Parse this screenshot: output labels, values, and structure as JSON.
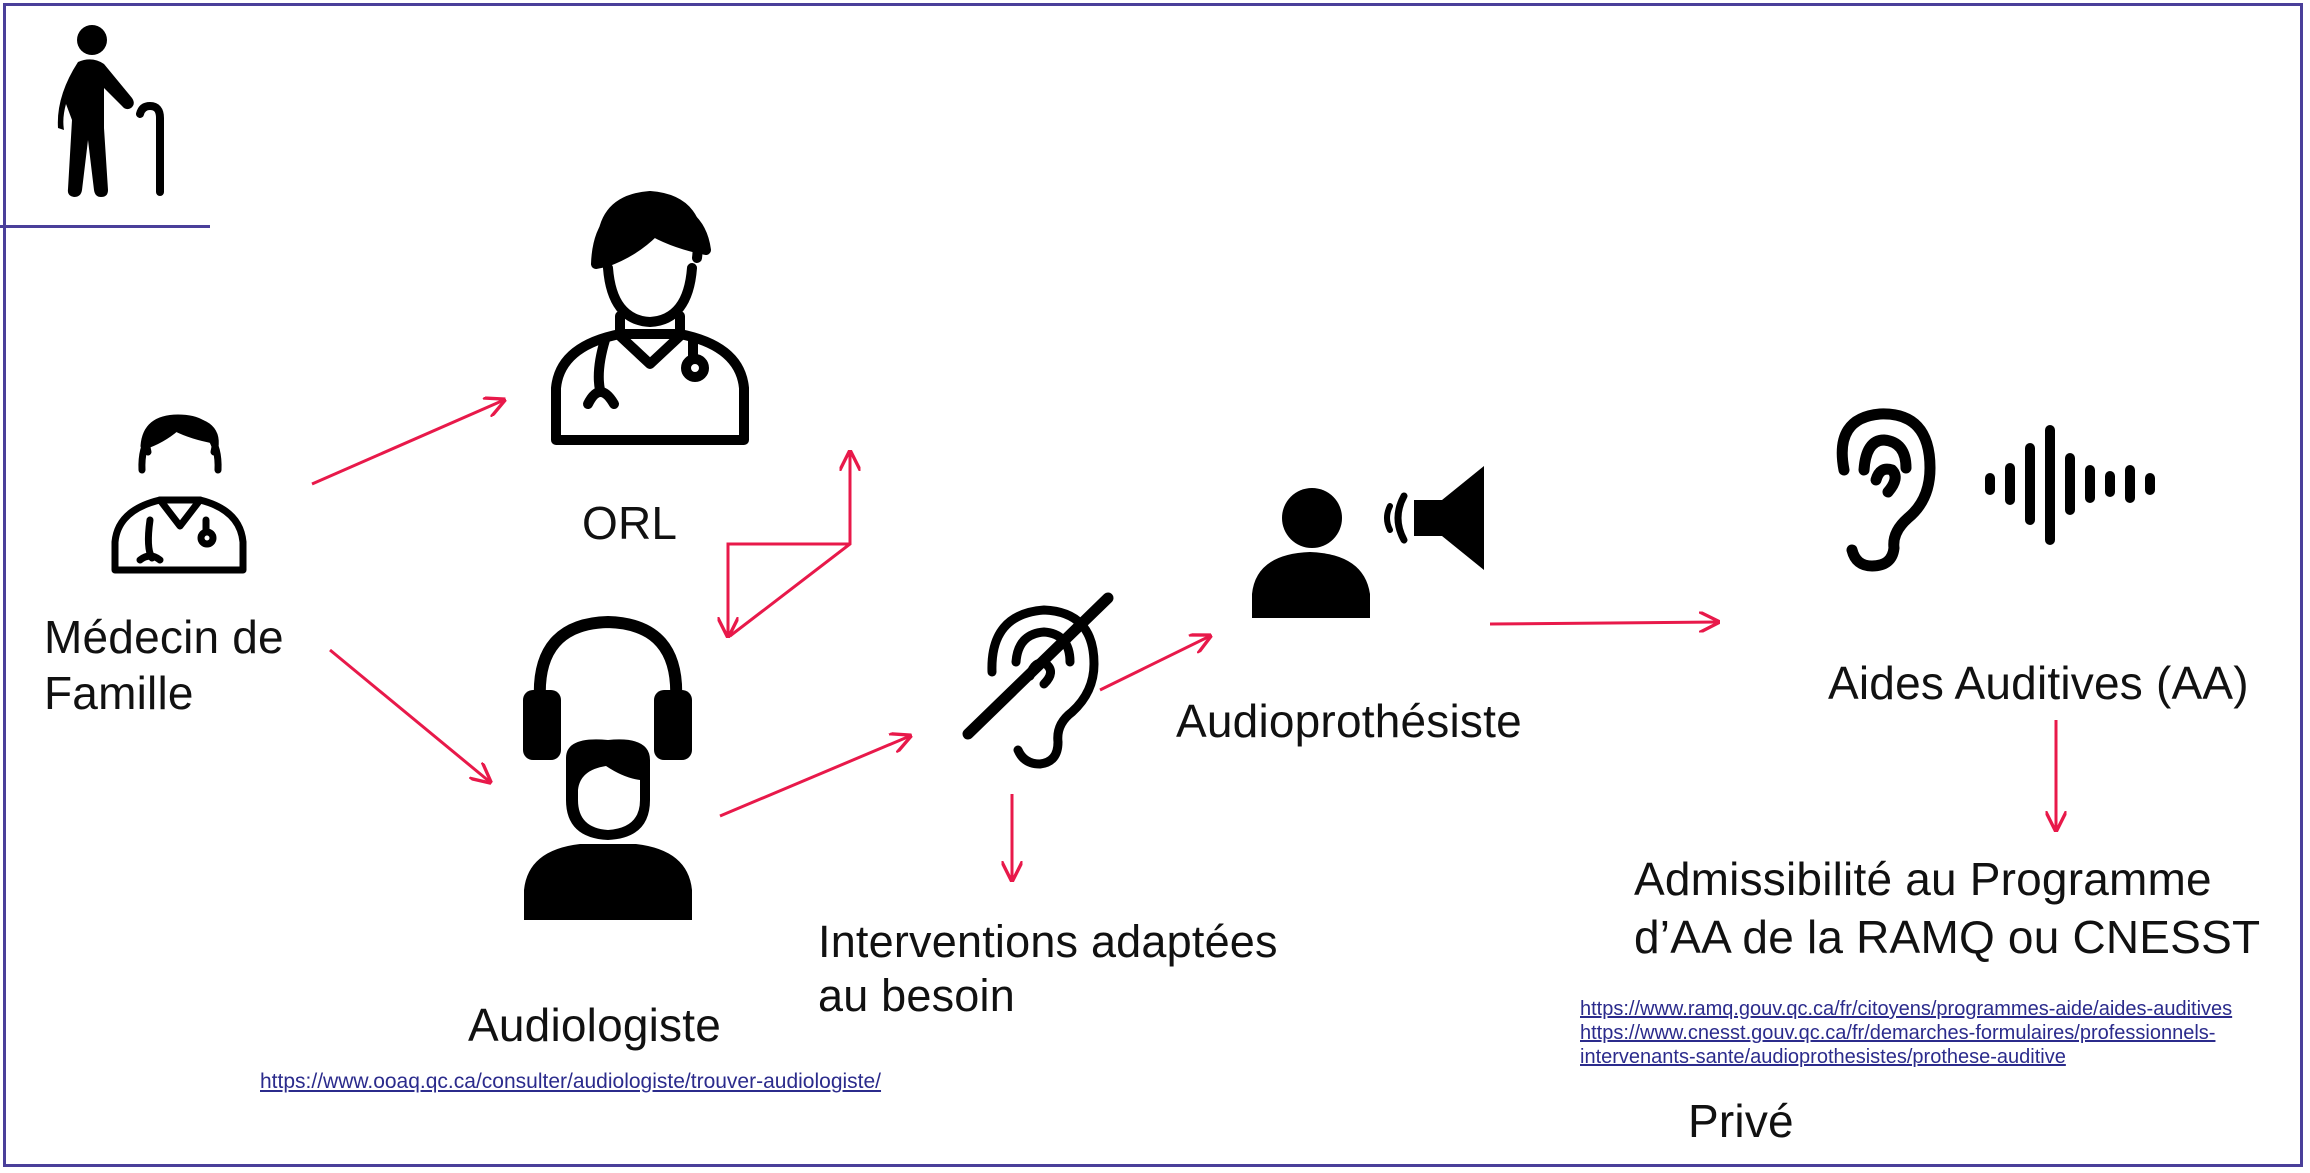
{
  "colors": {
    "arrow": "#e8194a",
    "frame": "#4a3f9a",
    "icon": "#000000",
    "link": "#2b2b8c"
  },
  "icons": [
    "elderly-person-icon",
    "doctor-icon",
    "doctor-icon",
    "audiologist-headphones-icon",
    "hearing-loss-icon",
    "speaker-person-icon",
    "ear-icon",
    "sound-wave-icon"
  ],
  "nodes": {
    "medecin": {
      "line1": "Médecin de",
      "line2": "Famille"
    },
    "orl": "ORL",
    "audiologiste": "Audiologiste",
    "interventions": {
      "line1": "Interventions adaptées",
      "line2": " au besoin"
    },
    "audioprothesiste": "Audioprothésiste",
    "aides": "Aides Auditives (AA)",
    "admissibilite": {
      "line1": "Admissibilité au Programme",
      "line2": "d’AA de la RAMQ ou CNESST"
    },
    "prive": "Privé"
  },
  "links": {
    "ooaq": "https://www.ooaq.qc.ca/consulter/audiologiste/trouver-audiologiste/",
    "ramq": "https://www.ramq.gouv.qc.ca/fr/citoyens/programmes-aide/aides-auditives",
    "cnesst_line1": "https://www.cnesst.gouv.qc.ca/fr/demarches-formulaires/professionnels-",
    "cnesst_line2": "intervenants-sante/audioprothesistes/prothese-auditive"
  }
}
